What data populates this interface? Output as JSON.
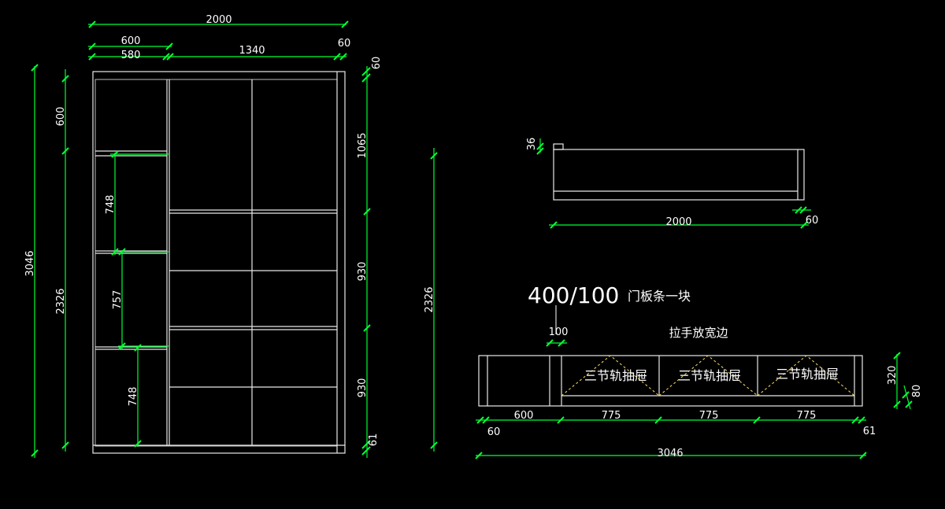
{
  "front_view": {
    "overall_width": "2000",
    "left_column_outer": "600",
    "left_column_inner": "580",
    "right_section": "1340",
    "right_side_panel": "60",
    "top_panel": "60",
    "overall_height": "3046",
    "left_top_cell": "600",
    "left_lower_height": "2326",
    "left_cell_1": "748",
    "left_cell_2": "757",
    "left_cell_3": "748",
    "right_upper": "1065",
    "right_middle": "930",
    "right_lower": "930",
    "bottom_plinth": "61",
    "side_total": "2326"
  },
  "top_view": {
    "thickness": "36",
    "length": "2000",
    "side_panel": "60"
  },
  "drawer_view": {
    "note_big": "400/100",
    "note_small": "门板条一块",
    "handle_note": "拉手放宽边",
    "handle_strip": "100",
    "drawer_label": "三节轨抽屉",
    "height": "320",
    "bottom_strip": "80",
    "left_section": "600",
    "left_side": "60",
    "drawer_width": "775",
    "right_side": "61",
    "overall_length": "3046"
  }
}
